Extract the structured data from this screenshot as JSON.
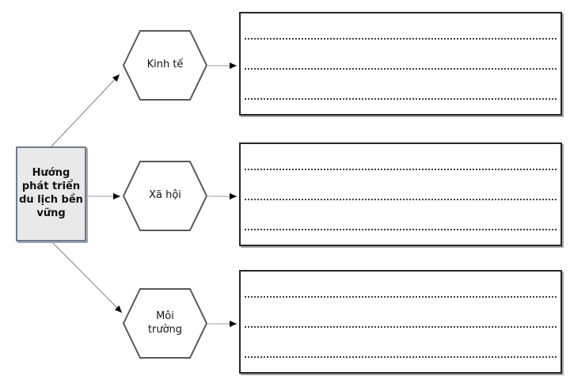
{
  "diagram": {
    "root": {
      "label": "Hướng phát triển du lịch bền vững"
    },
    "branches": [
      {
        "id": "kinh-te",
        "label": "Kinh tế"
      },
      {
        "id": "xa-hoi",
        "label": "Xã hội"
      },
      {
        "id": "moi-truong",
        "label": "Môi trường"
      }
    ],
    "answer_boxes": [
      {
        "for": "Kinh tế",
        "lines": 3,
        "content": ""
      },
      {
        "for": "Xã hội",
        "lines": 3,
        "content": ""
      },
      {
        "for": "Môi trường",
        "lines": 3,
        "content": ""
      }
    ],
    "colors": {
      "background": "#ffffff",
      "root_fill": "#e9e9e9",
      "root_border": "#6b7b96",
      "hex_fill": "#ffffff",
      "hex_border": "#595959",
      "box_border": "#262626",
      "box_shadow": "#a8a8a8",
      "dotline": "#404040",
      "arrow_head": "#000000",
      "arrow_shaft_dark": "#7f7f7f",
      "arrow_shaft_light": "#b0b0b0"
    }
  }
}
